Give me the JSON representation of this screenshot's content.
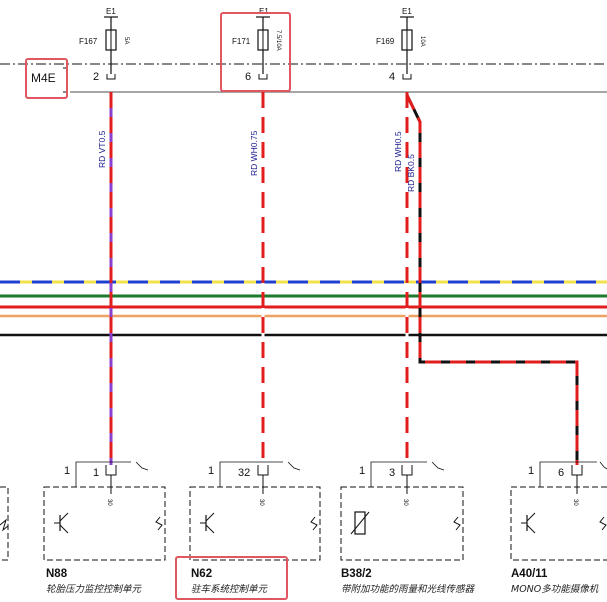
{
  "fuses": [
    {
      "id": "fuse-f167",
      "name": "F167",
      "source": "E1",
      "rating": "5A",
      "pin": "2"
    },
    {
      "id": "fuse-f171",
      "name": "F171",
      "source": "E1",
      "rating": "7.5/10A",
      "pin": "6"
    },
    {
      "id": "fuse-f169",
      "name": "F169",
      "source": "E1",
      "rating": "10A",
      "pin": "4"
    }
  ],
  "connector_label": "M4E",
  "wires": [
    {
      "id": "wire-rd-vt",
      "label": "RD VT0.5"
    },
    {
      "id": "wire-rd-wh-075",
      "label": "RD WH0.75"
    },
    {
      "id": "wire-rd-wh-05",
      "label": "RD WH0.5"
    },
    {
      "id": "wire-rd-bk",
      "label": "RD BK0.5"
    }
  ],
  "components": [
    {
      "id": "n88",
      "name": "N88",
      "caption": "轮胎压力监控控制单元",
      "pin_left": "1",
      "pin_main": "1",
      "fuse_sym": "30"
    },
    {
      "id": "n62",
      "name": "N62",
      "caption": "驻车系统控制单元",
      "pin_left": "1",
      "pin_main": "32",
      "fuse_sym": "30"
    },
    {
      "id": "b38-2",
      "name": "B38/2",
      "caption": "带附加功能的雨量和光线传感器",
      "pin_left": "1",
      "pin_main": "3",
      "fuse_sym": "30"
    },
    {
      "id": "a40-11",
      "name": "A40/11",
      "caption": "MONO多功能摄像机",
      "pin_left": "1",
      "pin_main": "6",
      "fuse_sym": "30"
    }
  ],
  "bus_colors": [
    "#1f3fd1",
    "#f2e14a",
    "#1b7a2c",
    "#e21d1d",
    "#f0a060",
    "#111111"
  ],
  "highlight_color": "#e0575f"
}
